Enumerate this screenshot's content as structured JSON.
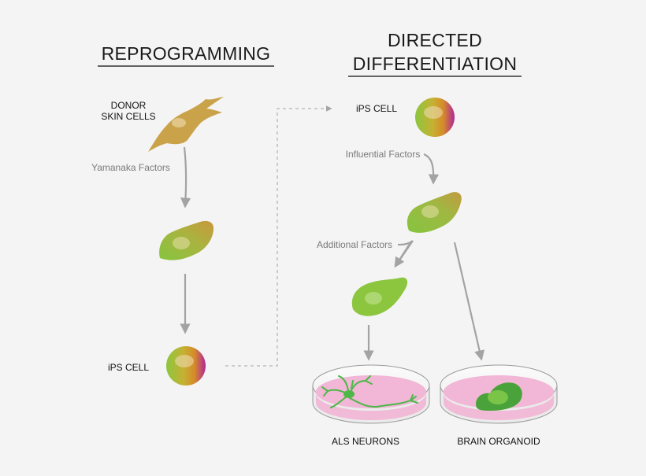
{
  "headings": {
    "reprogramming": "REPROGRAMMING",
    "directed_line1": "DIRECTED",
    "directed_line2": "DIFFERENTIATION"
  },
  "labels": {
    "donor_line1": "DONOR",
    "donor_line2": "SKIN CELLS",
    "ips_left": "iPS CELL",
    "ips_right": "iPS CELL",
    "als_neurons": "ALS NEURONS",
    "brain_organoid": "BRAIN ORGANOID"
  },
  "factors": {
    "yamanaka": "Yamanaka Factors",
    "influential": "Influential Factors",
    "additional": "Additional Factors"
  },
  "colors": {
    "skin_cell": "#c9a24a",
    "green_cell": "#8cc63f",
    "ips_green": "#8cc63f",
    "ips_orange": "#d68a2a",
    "ips_magenta": "#b0279a",
    "dish_pink": "#f2b6d6",
    "arrow_gray": "#a3a3a3",
    "text_dark": "#1a1a1a"
  }
}
